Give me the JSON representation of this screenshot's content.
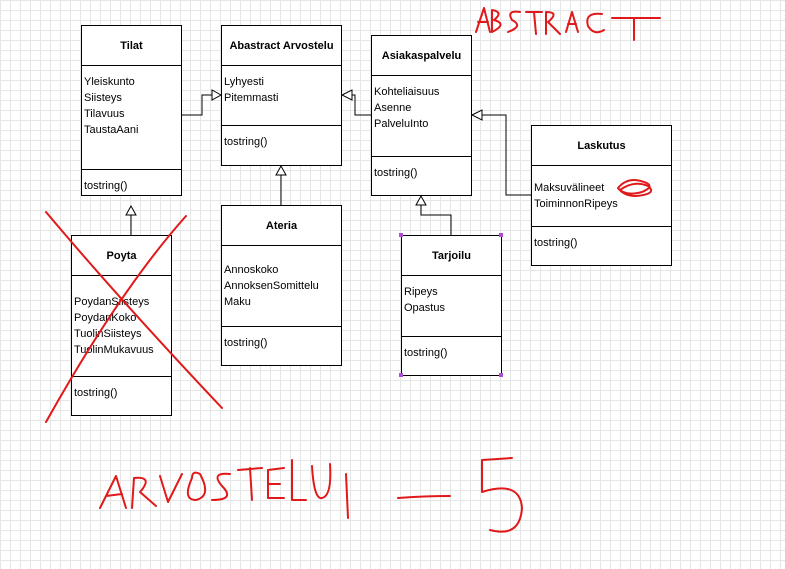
{
  "classes": {
    "tilat": {
      "name": "Tilat",
      "attributes": [
        "Yleiskunto",
        "Siisteys",
        "Tilavuus",
        "TaustaAani"
      ],
      "operations": [
        "tostring()"
      ]
    },
    "arvostelu": {
      "name": "Abastract Arvostelu",
      "attributes": [
        "Lyhyesti",
        "Pitemmasti"
      ],
      "operations": [
        "tostring()"
      ]
    },
    "asiakaspalvelu": {
      "name": "Asiakaspalvelu",
      "attributes": [
        "Kohteliaisuus",
        "Asenne",
        "PalveluInto"
      ],
      "operations": [
        "tostring()"
      ]
    },
    "laskutus": {
      "name": "Laskutus",
      "attributes": [
        "Maksuvälineet",
        "ToiminnonRipeys"
      ],
      "operations": [
        "tostring()"
      ]
    },
    "poyta": {
      "name": "Poyta",
      "attributes": [
        "PoydanSiisteys",
        "PoydanKoko",
        "TuolinSiisteys",
        "TuolinMukavuus"
      ],
      "operations": [
        "tostring()"
      ]
    },
    "ateria": {
      "name": "Ateria",
      "attributes": [
        "Annoskoko",
        "AnnoksenSomittelu",
        "Maku"
      ],
      "operations": [
        "tostring()"
      ]
    },
    "tarjoilu": {
      "name": "Tarjoilu",
      "attributes": [
        "Ripeys",
        "Opastus"
      ],
      "operations": [
        "tostring()"
      ]
    }
  },
  "colors": {
    "ink": "#e0191b",
    "line": "#000000",
    "selection": "#b24bd6",
    "grid": "#e6e6e6"
  }
}
